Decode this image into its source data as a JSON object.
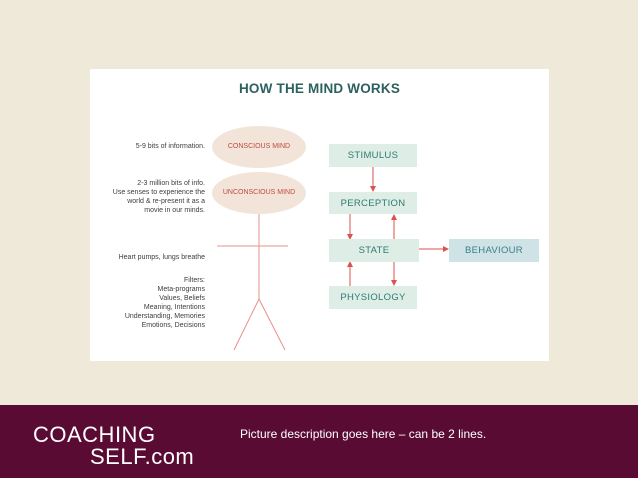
{
  "diagram": {
    "title": "HOW THE MIND WORKS",
    "notes": {
      "conscious": [
        "5-9 bits of information."
      ],
      "unconscious": [
        "2-3 million bits of info.",
        "Use senses to experience the",
        "world & re-present it as a",
        "movie in our minds."
      ],
      "body": [
        "Heart pumps, lungs breathe"
      ],
      "filters": [
        "Filters:",
        "Meta-programs",
        "Values, Beliefs",
        "Meaning, Intentions",
        "Understanding, Memories",
        "Emotions, Decisions"
      ]
    },
    "ovals": {
      "conscious": "CONSCIOUS MIND",
      "unconscious": "UNCONSCIOUS MIND"
    },
    "boxes": {
      "stimulus": "STIMULUS",
      "perception": "PERCEPTION",
      "state": "STATE",
      "behaviour": "BEHAVIOUR",
      "physiology": "PHYSIOLOGY"
    },
    "colors": {
      "title": "#2c6160",
      "oval_fill": "#f2e4d8",
      "figure": "#e8908a",
      "arrow": "#d9534f",
      "box_fill": "#deeee6",
      "behaviour_fill": "#cfe3e6"
    }
  },
  "footer": {
    "logo_line1": "COACHING",
    "logo_line2": "SELF.com",
    "caption": "Picture description goes here – can be 2 lines.",
    "background": "#5a0b34"
  }
}
